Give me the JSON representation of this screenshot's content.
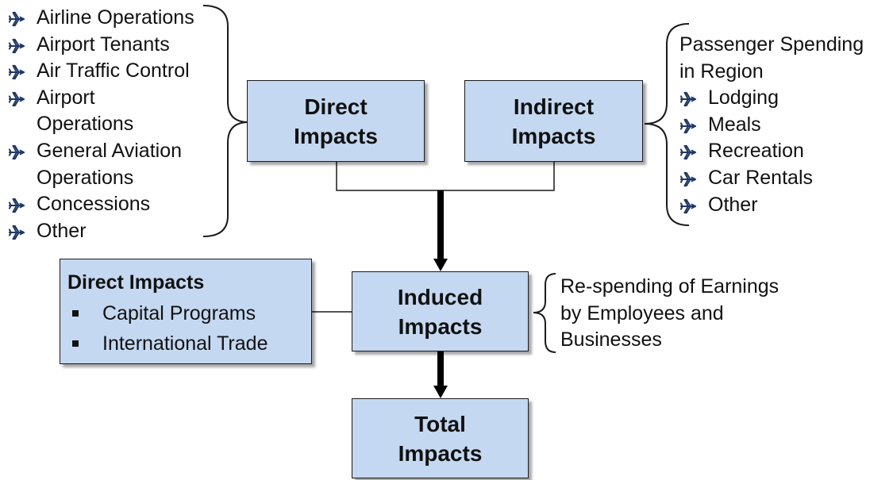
{
  "boxes": {
    "direct": {
      "line1": "Direct",
      "line2": "Impacts"
    },
    "indirect": {
      "line1": "Indirect",
      "line2": "Impacts"
    },
    "induced": {
      "line1": "Induced",
      "line2": "Impacts"
    },
    "total": {
      "line1": "Total",
      "line2": "Impacts"
    },
    "capital": {
      "title": "Direct Impacts",
      "items": [
        "Capital Programs",
        "International Trade"
      ]
    }
  },
  "direct_list": [
    {
      "text": "Airline Operations",
      "cont": ""
    },
    {
      "text": "Airport Tenants",
      "cont": ""
    },
    {
      "text": "Air Traffic Control",
      "cont": ""
    },
    {
      "text": "Airport",
      "cont": "Operations"
    },
    {
      "text": "General Aviation",
      "cont": "Operations"
    },
    {
      "text": "Concessions",
      "cont": ""
    },
    {
      "text": "Other",
      "cont": ""
    }
  ],
  "indirect_header": {
    "line1": "Passenger Spending",
    "line2": "in Region"
  },
  "indirect_list": [
    "Lodging",
    "Meals",
    "Recreation",
    "Car Rentals",
    "Other"
  ],
  "induced_note": {
    "line1": "Re-spending of Earnings",
    "line2": "by Employees and",
    "line3": "Businesses"
  },
  "icons": {
    "bullet_icon": "airplane-icon",
    "bullet_color": "#1f3864"
  },
  "colors": {
    "box_fill": "#c5d8f1",
    "box_border": "#1a1a1a",
    "connector": "#000000"
  }
}
